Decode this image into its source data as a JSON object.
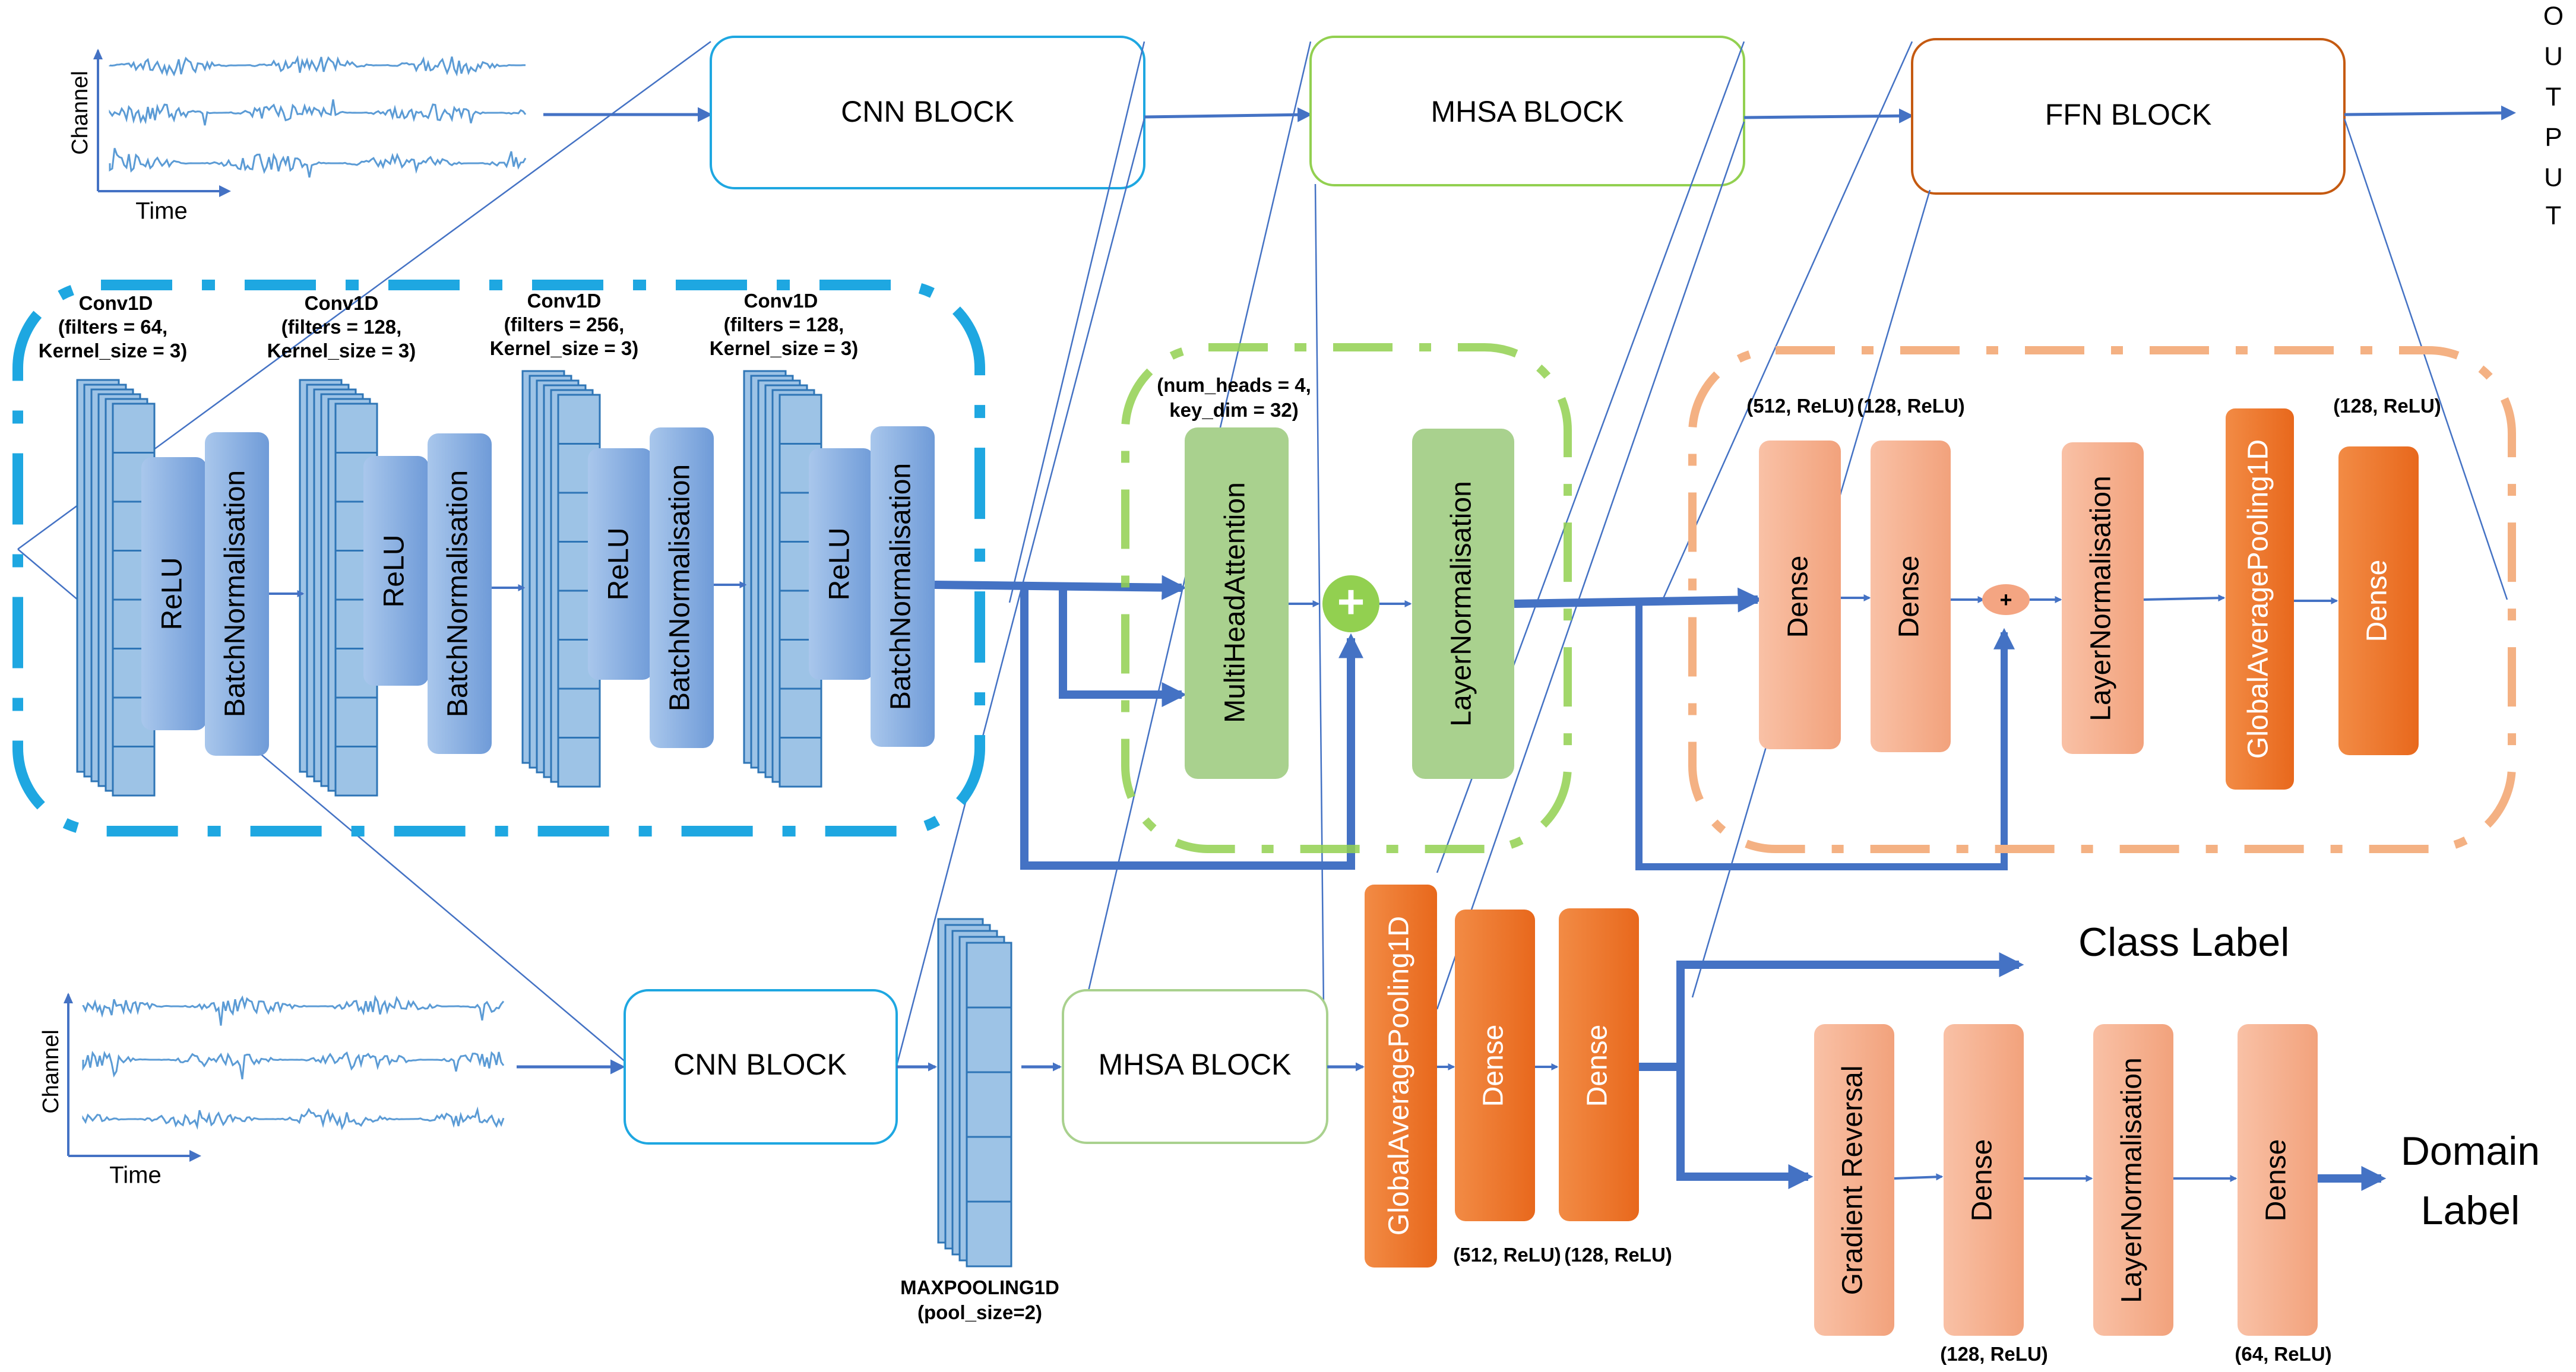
{
  "input_top": {
    "y_label": "Channel",
    "x_label": "Time"
  },
  "input_bottom": {
    "y_label": "Channel",
    "x_label": "Time"
  },
  "blocks": {
    "cnn_top": "CNN BLOCK",
    "mhsa_top": "MHSA BLOCK",
    "ffn_top": "FFN BLOCK",
    "cnn_bottom": "CNN BLOCK",
    "mhsa_bottom": "MHSA BLOCK"
  },
  "output_letters": [
    "O",
    "U",
    "T",
    "P",
    "U",
    "T"
  ],
  "cnn_detail": {
    "conv": [
      {
        "name": "Conv1D",
        "l1": "(filters = 64,",
        "l2": "Kernel_size = 3)"
      },
      {
        "name": "Conv1D",
        "l1": "(filters = 128,",
        "l2": "Kernel_size = 3)"
      },
      {
        "name": "Conv1D",
        "l1": "(filters = 256,",
        "l2": "Kernel_size = 3)"
      },
      {
        "name": "Conv1D",
        "l1": "(filters = 128,",
        "l2": "Kernel_size = 3)"
      }
    ],
    "relu": "ReLU",
    "batchnorm": "BatchNormalisation"
  },
  "mhsa_detail": {
    "params_l1": "(num_heads = 4,",
    "params_l2": "key_dim = 32)",
    "attention": "MultiHeadAttention",
    "layernorm": "LayerNormalisation"
  },
  "ffn_detail": {
    "dense1_params": "(512, ReLU)",
    "dense2_params": "(128, ReLU)",
    "dense3_params": "(128, ReLU)",
    "dense": "Dense",
    "layernorm": "LayerNormalisation",
    "gap": "GlobalAveragePooling1D",
    "plus": "+"
  },
  "bottom": {
    "maxpool_l1": "MAXPOOLING1D",
    "maxpool_l2": "(pool_size=2)",
    "gap": "GlobalAveragePooling1D",
    "dense": "Dense",
    "dense1_params": "(512, ReLU)",
    "dense2_params": "(128, ReLU)",
    "class_label": "Class Label",
    "gradient_reversal": "Gradient Reversal",
    "layernorm": "LayerNormalisation",
    "dom_dense1_params": "(128, ReLU)",
    "dom_dense2_params": "(64, ReLU)",
    "domain_label_l1": "Domain",
    "domain_label_l2": "Label"
  },
  "colors": {
    "arrow_blue": "#4472c4",
    "cnn_cyan": "#1ea7e1",
    "mhsa_green": "#92d050",
    "ffn_orange": "#f4a582",
    "dense_orange": "#ed7d31",
    "block_blue": "#5b9bd5"
  }
}
